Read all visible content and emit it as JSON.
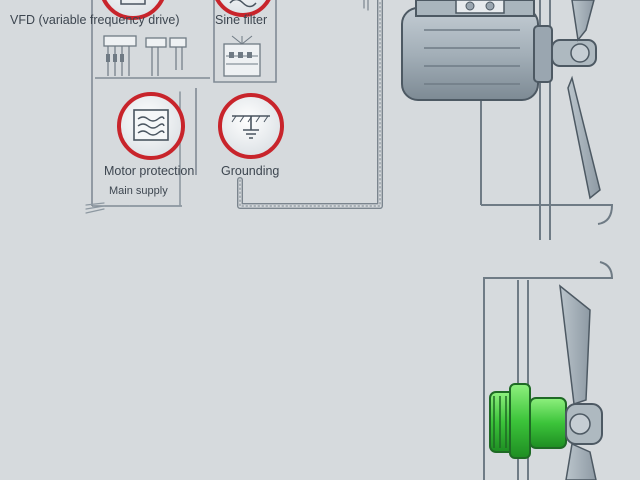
{
  "labels": {
    "vfd": "VFD (variable frequency drive)",
    "sine_filter": "Sine filter",
    "motor_protection": "Motor protection",
    "grounding": "Grounding",
    "main_supply": "Main supply"
  },
  "colors": {
    "background": "#d6dadd",
    "line": "#7e8993",
    "badge_ring": "#c8242b",
    "motor_body": "#9aa6b0",
    "ec_motor_green": "#3cc43a"
  },
  "icons": {
    "vfd": "vfd-icon",
    "sine_filter": "sine-filter-icon",
    "motor_protection": "motor-protection-icon",
    "grounding": "grounding-icon"
  }
}
